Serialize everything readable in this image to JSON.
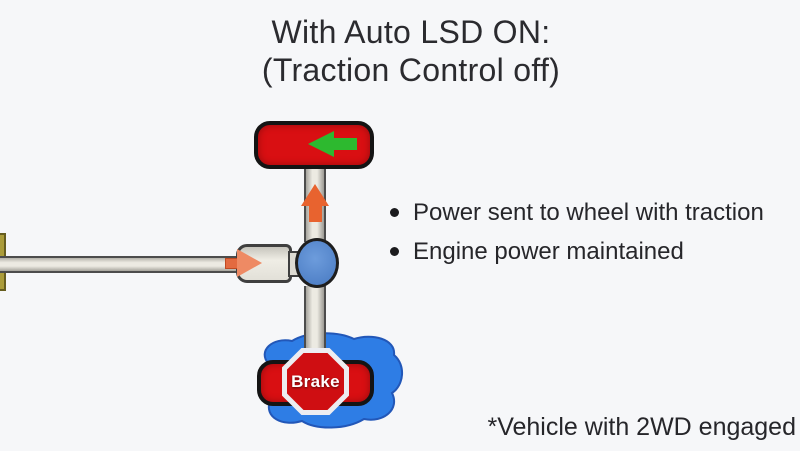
{
  "title": {
    "line1": "With Auto LSD ON:",
    "line2": "(Traction Control off)"
  },
  "bullets": [
    {
      "text": "Power sent to wheel with traction"
    },
    {
      "text": "Engine power maintained"
    }
  ],
  "footnote": "*Vehicle with 2WD engaged",
  "diagram": {
    "rear_wheel": {
      "brake_label": "Brake"
    },
    "icons": {
      "traction_arrow": "green-arrow-left",
      "power_arrow": "orange-arrow-up",
      "driveshaft_arrow": "orange-arrow-right",
      "brake_sign": "stop-octagon"
    },
    "colors": {
      "background": "#f6f7f9",
      "wheel_red": "#d90f12",
      "wheel_outline": "#141414",
      "green_arrow": "#2db92f",
      "orange_arrow": "#e8632f",
      "orange_arrow_light": "#ee8a64",
      "shaft_fill": "#eceae2",
      "shaft_outline": "#4c4c4c",
      "differential_blue": "#5a8cd2",
      "ice_blue": "#2e7de5",
      "ice_edge": "#2257b8",
      "engine_olive": "#ab9c3a",
      "text": "#2b2b2f"
    }
  }
}
